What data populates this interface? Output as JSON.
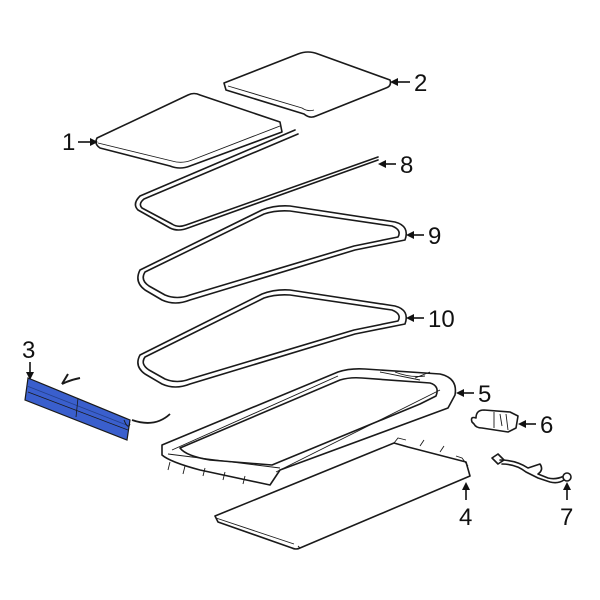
{
  "diagram": {
    "title": "Sunroof assembly exploded parts diagram",
    "highlight_color": "#3a5fcd",
    "line_color": "#1a1a1a",
    "background": "#ffffff",
    "callouts": [
      {
        "number": "1",
        "part": "glass-panel"
      },
      {
        "number": "2",
        "part": "rear-glass-panel"
      },
      {
        "number": "3",
        "part": "drain-trough-highlighted"
      },
      {
        "number": "4",
        "part": "sunshade"
      },
      {
        "number": "5",
        "part": "sunroof-frame-housing"
      },
      {
        "number": "6",
        "part": "motor"
      },
      {
        "number": "7",
        "part": "drain-hose"
      },
      {
        "number": "8",
        "part": "weatherstrip-seal"
      },
      {
        "number": "9",
        "part": "seal"
      },
      {
        "number": "10",
        "part": "seal-lower"
      }
    ]
  }
}
